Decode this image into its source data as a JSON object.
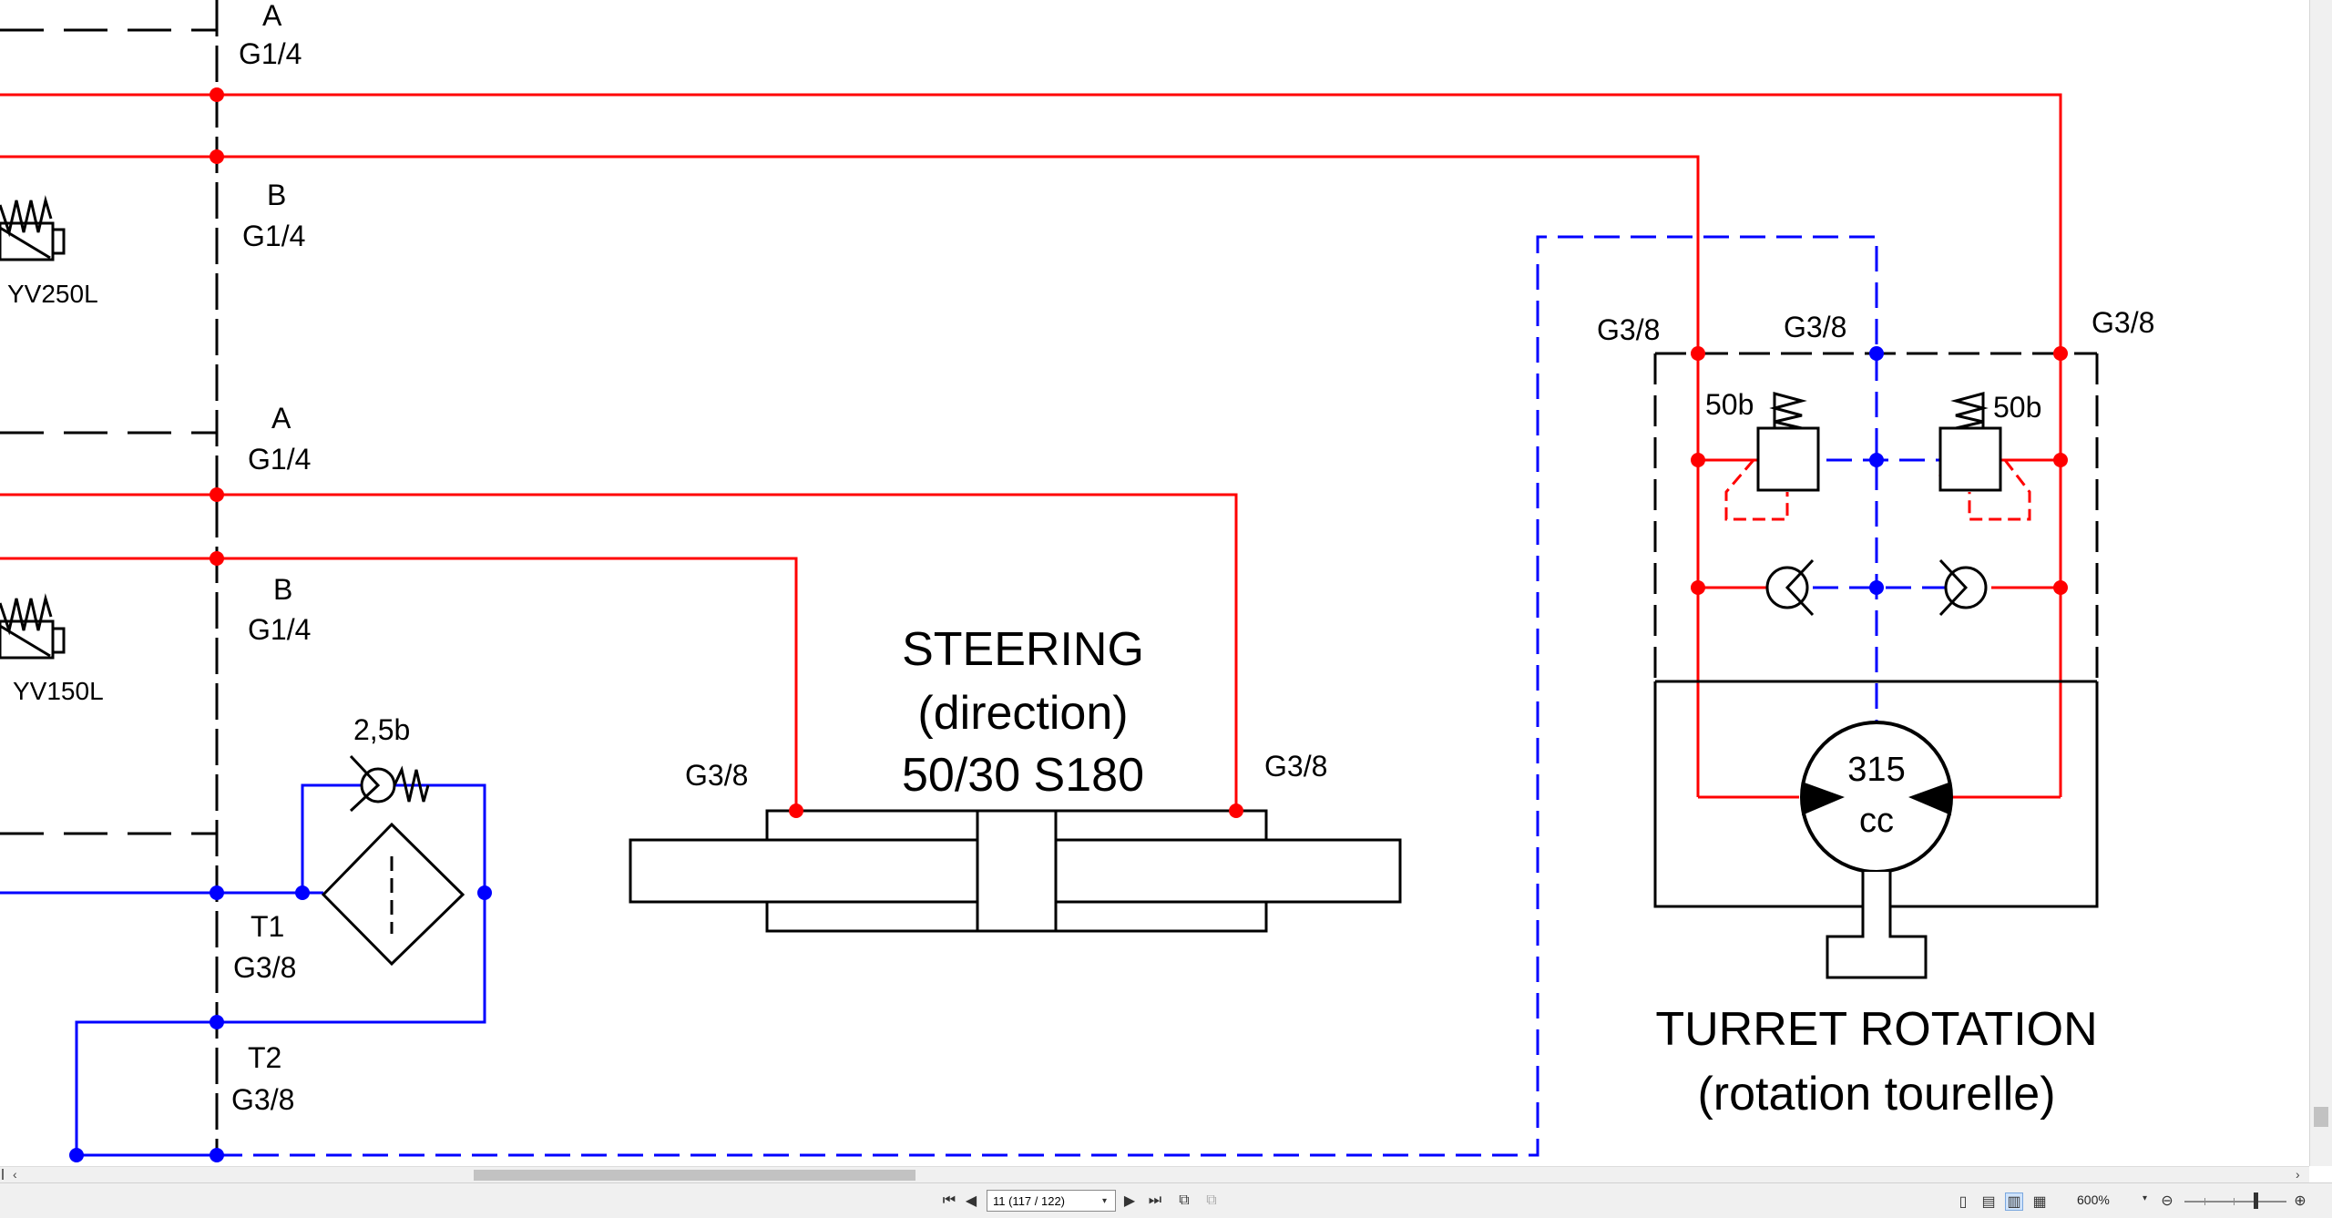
{
  "diagram": {
    "left_block": {
      "port_a1": "A",
      "port_a1_thread": "G1/4",
      "port_b1": "B",
      "port_b1_thread": "G1/4",
      "valve1": "YV250L",
      "port_a2": "A",
      "port_a2_thread": "G1/4",
      "port_b2": "B",
      "port_b2_thread": "G1/4",
      "valve2": "YV150L",
      "filter_check": "2,5b",
      "port_t1": "T1",
      "port_t1_thread": "G3/8",
      "port_t2": "T2",
      "port_t2_thread": "G3/8"
    },
    "steering": {
      "title": "STEERING",
      "subtitle": "(direction)",
      "spec": "50/30 S180",
      "port_left": "G3/8",
      "port_right": "G3/8"
    },
    "turret": {
      "port_left": "G3/8",
      "port_middle": "G3/8",
      "port_right": "G3/8",
      "relief_left": "50b",
      "relief_right": "50b",
      "motor_displacement": "315",
      "motor_unit": "cc",
      "title": "TURRET ROTATION",
      "subtitle": "(rotation tourelle)"
    },
    "colors": {
      "pressure": "#ff0000",
      "return": "#0000ff",
      "outline": "#000000"
    }
  },
  "toolbar": {
    "page_field": "11 (117 / 122)",
    "zoom": "600%",
    "icons": {
      "first": "first-page-icon",
      "prev": "previous-page-icon",
      "next": "next-page-icon",
      "last": "last-page-icon",
      "back": "previous-view-icon",
      "forward": "next-view-icon",
      "single": "single-page-icon",
      "continuous": "continuous-icon",
      "facing": "facing-icon",
      "cont_facing": "continuous-facing-icon",
      "zoom_out": "zoom-out-icon",
      "zoom_in": "zoom-in-icon"
    }
  }
}
